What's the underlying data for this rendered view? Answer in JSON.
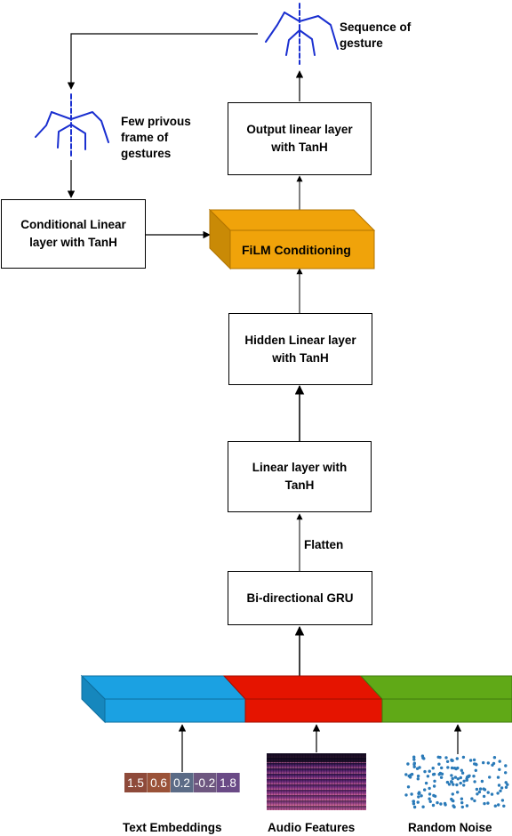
{
  "output_label": "Sequence of\ngesture",
  "input_frames_label": "Few privous\nframe of\ngestures",
  "boxes": {
    "output_layer": "Output linear layer\nwith TanH",
    "conditional_layer": "Conditional Linear\nlayer with TanH",
    "film": "FiLM Conditioning",
    "hidden_layer": "Hidden Linear layer\nwith TanH",
    "linear_layer": "Linear layer with\nTanH",
    "gru": "Bi-directional GRU"
  },
  "flatten_label": "Flatten",
  "embedding_values": [
    "1.5",
    "0.6",
    "0.2",
    "-0.2",
    "1.8"
  ],
  "inputs": {
    "text": "Text Embeddings",
    "audio": "Audio Features",
    "noise": "Random Noise"
  },
  "colors": {
    "film": "#f0a30a",
    "text_segment": "#1ba1e2",
    "audio_segment": "#e51400",
    "noise_segment": "#60a917",
    "skeleton": "#1a2fd0"
  }
}
